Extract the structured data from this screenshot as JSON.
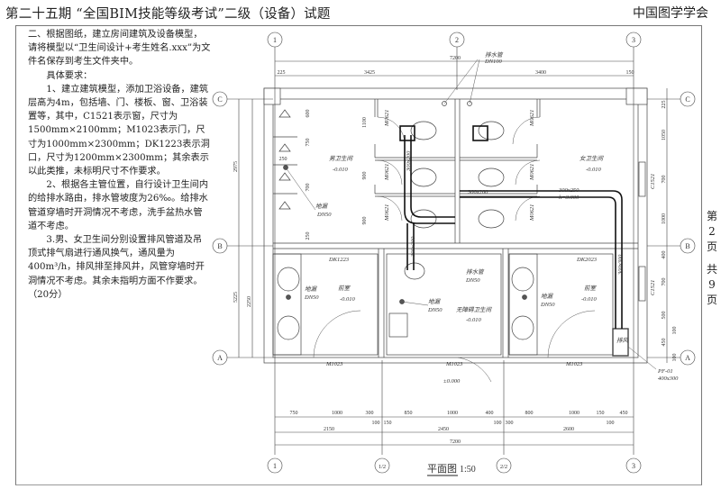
{
  "header": {
    "title": "第二十五期 “全国BIM技能等级考试”二级（设备）试题",
    "org": "中国图学学会"
  },
  "requirements": {
    "intro": "二、根据图纸，建立房间建筑及设备模型，请将模型以“卫生间设计+考生姓名.xxx”为文件名保存到考生文件夹中。",
    "heading": "具体要求：",
    "item1": "1、建立建筑模型，添加卫浴设备，建筑层高为4m，包括墙、门、楼板、窗、卫浴装置等，其中，C1521表示窗，尺寸为1500mm×2100mm；M1023表示门，尺寸为1000mm×2300mm；DK1223表示洞口，尺寸为1200mm×2300mm；其余表示以此类推，未标明尺寸不作要求。",
    "item2": "2、根据各主管位置，自行设计卫生间内的给排水路由，排水管坡度为26‰。给排水管道穿墙时开洞情况不考虑，洗手盆热水管道不考虑。",
    "item3": "3.男、女卫生间分别设置排风管道及吊顶式排气扇进行通风换气，通风量为400m³/h，排风排至排风井，风管穿墙时开洞情况不考虑。其余未指明方面不作要求。",
    "score": "（20分）"
  },
  "page_number": {
    "a": "第",
    "b": "2",
    "c": "页",
    "d": "共",
    "e": "9",
    "f": "页"
  },
  "drawing": {
    "caption": "平面图",
    "scale": "1:50",
    "grid": {
      "g1": "1",
      "g2": "2",
      "g3": "3",
      "g12": "1/2",
      "g22": "2/2",
      "ga": "A",
      "gb": "B",
      "gc": "C"
    },
    "dims_top": {
      "total": "7200",
      "d1": "225",
      "d2": "3425",
      "d3": "3400",
      "d4": "150"
    },
    "dims_bottom": {
      "row1": [
        "750",
        "1000",
        "300",
        "100",
        "150",
        "850",
        "1000",
        "400",
        "100",
        "300",
        "800",
        "1000",
        "150",
        "100",
        "450"
      ],
      "row2": [
        "2150",
        "2450",
        "2600"
      ],
      "total": "7200"
    },
    "dims_left": {
      "inner": [
        "600",
        "750",
        "250",
        "700",
        "1100",
        "900",
        "900",
        "250"
      ],
      "outer": [
        "2975",
        "5225",
        "2250"
      ]
    },
    "dims_right": [
      "225",
      "1050",
      "700",
      "1000",
      "400",
      "700",
      "500",
      "100",
      "450",
      "100"
    ],
    "rooms": {
      "men": "男卫生间",
      "women": "女卫生间",
      "front1": "前室",
      "front2": "前室",
      "accessible": "无障碍卫生间",
      "level": "-0.010",
      "level0": "±0.000"
    },
    "labels": {
      "drain": "地漏",
      "dn50": "DN50",
      "drain_pipe": "排水管",
      "dn100": "DN100",
      "m0621": "M0621",
      "dk1223": "DK1223",
      "dk2023": "DK2023",
      "m1023": "M1023",
      "c1521": "C1521",
      "duct_300x200": "300x200",
      "duct_300x300": "300x300",
      "duct_300x250": "300x250",
      "duct_h": "h=3.000",
      "exhaust": "排风",
      "pf01": "PF-01",
      "pf01_size": "400x300"
    }
  }
}
